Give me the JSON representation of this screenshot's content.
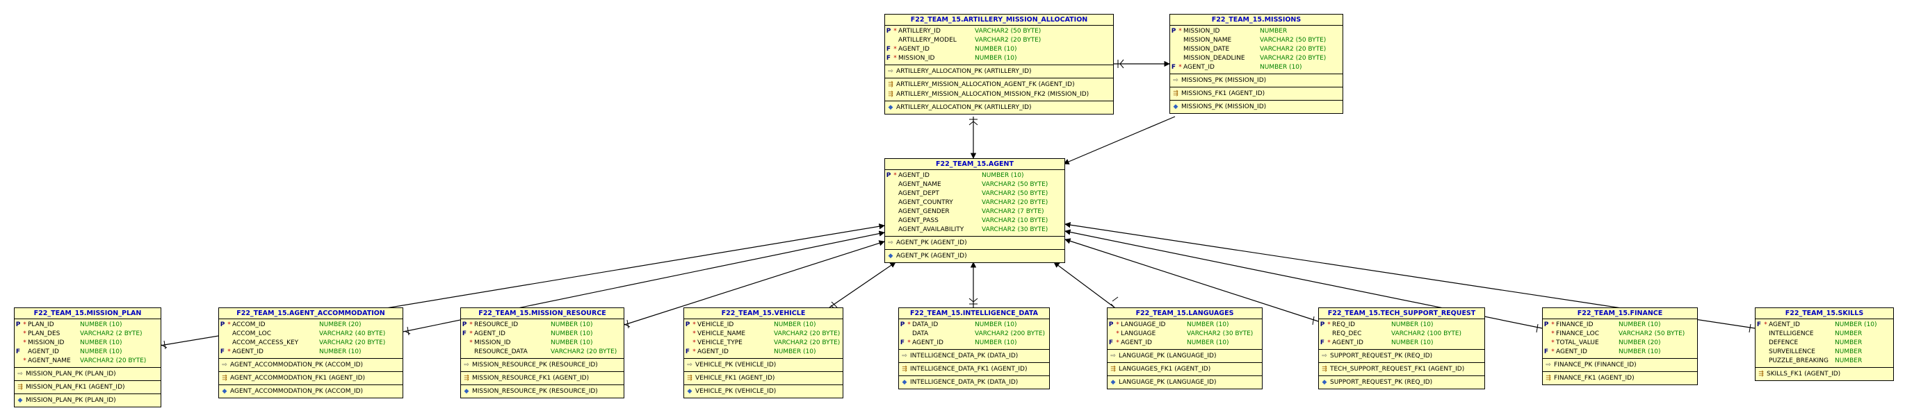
{
  "icons": {
    "pk": "key-icon",
    "fk": "foreign-key-icon",
    "index": "index-diamond-icon"
  },
  "colors": {
    "table_fill": "#ffffc0",
    "title": "#0000c0",
    "type": "#008000",
    "line": "#000000"
  },
  "tables": {
    "artillery": {
      "title": "F22_TEAM_15.ARTILLERY_MISSION_ALLOCATION",
      "columns": [
        {
          "key": "P",
          "mark": "*",
          "name": "ARTILLERY_ID",
          "type": "VARCHAR2 (50 BYTE)"
        },
        {
          "key": "",
          "mark": "",
          "name": "ARTILLERY_MODEL",
          "type": "VARCHAR2 (20 BYTE)"
        },
        {
          "key": "F",
          "mark": "*",
          "name": "AGENT_ID",
          "type": "NUMBER (10)"
        },
        {
          "key": "F",
          "mark": "*",
          "name": "MISSION_ID",
          "type": "NUMBER (10)"
        }
      ],
      "pks": [
        "ARTILLERY_ALLOCATION_PK (ARTILLERY_ID)"
      ],
      "fks": [
        "ARTILLERY_MISSION_ALLOCATION_AGENT_FK (AGENT_ID)",
        "ARTILLERY_MISSION_ALLOCATION_MISSION_FK2 (MISSION_ID)"
      ],
      "indexes": [
        "ARTILLERY_ALLOCATION_PK (ARTILLERY_ID)"
      ]
    },
    "missions": {
      "title": "F22_TEAM_15.MISSIONS",
      "columns": [
        {
          "key": "P",
          "mark": "*",
          "name": "MISSION_ID",
          "type": "NUMBER"
        },
        {
          "key": "",
          "mark": "",
          "name": "MISSION_NAME",
          "type": "VARCHAR2 (50 BYTE)"
        },
        {
          "key": "",
          "mark": "",
          "name": "MISSION_DATE",
          "type": "VARCHAR2 (20 BYTE)"
        },
        {
          "key": "",
          "mark": "",
          "name": "MISSION_DEADLINE",
          "type": "VARCHAR2 (20 BYTE)"
        },
        {
          "key": "F",
          "mark": "*",
          "name": "AGENT_ID",
          "type": "NUMBER (10)"
        }
      ],
      "pks": [
        "MISSIONS_PK (MISSION_ID)"
      ],
      "fks": [
        "MISSIONS_FK1 (AGENT_ID)"
      ],
      "indexes": [
        "MISSIONS_PK (MISSION_ID)"
      ]
    },
    "agent": {
      "title": "F22_TEAM_15.AGENT",
      "columns": [
        {
          "key": "P",
          "mark": "*",
          "name": "AGENT_ID",
          "type": "NUMBER (10)"
        },
        {
          "key": "",
          "mark": "",
          "name": "AGENT_NAME",
          "type": "VARCHAR2 (50 BYTE)"
        },
        {
          "key": "",
          "mark": "",
          "name": "AGENT_DEPT",
          "type": "VARCHAR2 (50 BYTE)"
        },
        {
          "key": "",
          "mark": "",
          "name": "AGENT_COUNTRY",
          "type": "VARCHAR2 (20 BYTE)"
        },
        {
          "key": "",
          "mark": "",
          "name": "AGENT_GENDER",
          "type": "VARCHAR2 (7 BYTE)"
        },
        {
          "key": "",
          "mark": "",
          "name": "AGENT_PASS",
          "type": "VARCHAR2 (10 BYTE)"
        },
        {
          "key": "",
          "mark": "",
          "name": "AGENT_AVAILABILITY",
          "type": "VARCHAR2 (30 BYTE)"
        }
      ],
      "pks": [
        "AGENT_PK (AGENT_ID)"
      ],
      "fks": [],
      "indexes": [
        "AGENT_PK (AGENT_ID)"
      ]
    },
    "mission_plan": {
      "title": "F22_TEAM_15.MISSION_PLAN",
      "columns": [
        {
          "key": "P",
          "mark": "*",
          "name": "PLAN_ID",
          "type": "NUMBER (10)"
        },
        {
          "key": "",
          "mark": "*",
          "name": "PLAN_DES",
          "type": "VARCHAR2 (2 BYTE)"
        },
        {
          "key": "",
          "mark": "*",
          "name": "MISSION_ID",
          "type": "NUMBER (10)"
        },
        {
          "key": "F",
          "mark": "",
          "name": "AGENT_ID",
          "type": "NUMBER (10)"
        },
        {
          "key": "",
          "mark": "*",
          "name": "AGENT_NAME",
          "type": "VARCHAR2 (20 BYTE)"
        }
      ],
      "pks": [
        "MISSION_PLAN_PK (PLAN_ID)"
      ],
      "fks": [
        "MISSION_PLAN_FK1 (AGENT_ID)"
      ],
      "indexes": [
        "MISSION_PLAN_PK (PLAN_ID)"
      ]
    },
    "accommodation": {
      "title": "F22_TEAM_15.AGENT_ACCOMMODATION",
      "columns": [
        {
          "key": "P",
          "mark": "*",
          "name": "ACCOM_ID",
          "type": "NUMBER (20)"
        },
        {
          "key": "",
          "mark": "",
          "name": "ACCOM_LOC",
          "type": "VARCHAR2 (40 BYTE)"
        },
        {
          "key": "",
          "mark": "",
          "name": "ACCOM_ACCESS_KEY",
          "type": "VARCHAR2 (20 BYTE)"
        },
        {
          "key": "F",
          "mark": "*",
          "name": "AGENT_ID",
          "type": "NUMBER (10)"
        }
      ],
      "pks": [
        "AGENT_ACCOMMODATION_PK (ACCOM_ID)"
      ],
      "fks": [
        "AGENT_ACCOMMODATION_FK1 (AGENT_ID)"
      ],
      "indexes": [
        "AGENT_ACCOMMODATION_PK (ACCOM_ID)"
      ]
    },
    "mission_resource": {
      "title": "F22_TEAM_15.MISSION_RESOURCE",
      "columns": [
        {
          "key": "P",
          "mark": "*",
          "name": "RESOURCE_ID",
          "type": "NUMBER (10)"
        },
        {
          "key": "F",
          "mark": "*",
          "name": "AGENT_ID",
          "type": "NUMBER (10)"
        },
        {
          "key": "",
          "mark": "*",
          "name": "MISSION_ID",
          "type": "NUMBER (10)"
        },
        {
          "key": "",
          "mark": "",
          "name": "RESOURCE_DATA",
          "type": "VARCHAR2 (20 BYTE)"
        }
      ],
      "pks": [
        "MISSION_RESOURCE_PK (RESOURCE_ID)"
      ],
      "fks": [
        "MISSION_RESOURCE_FK1 (AGENT_ID)"
      ],
      "indexes": [
        "MISSION_RESOURCE_PK (RESOURCE_ID)"
      ]
    },
    "vehicle": {
      "title": "F22_TEAM_15.VEHICLE",
      "columns": [
        {
          "key": "P",
          "mark": "*",
          "name": "VEHICLE_ID",
          "type": "NUMBER (10)"
        },
        {
          "key": "",
          "mark": "*",
          "name": "VEHICLE_NAME",
          "type": "VARCHAR2 (20 BYTE)"
        },
        {
          "key": "",
          "mark": "*",
          "name": "VEHICLE_TYPE",
          "type": "VARCHAR2 (20 BYTE)"
        },
        {
          "key": "F",
          "mark": "*",
          "name": "AGENT_ID",
          "type": "NUMBER (10)"
        }
      ],
      "pks": [
        "VEHICLE_PK (VEHICLE_ID)"
      ],
      "fks": [
        "VEHICLE_FK1 (AGENT_ID)"
      ],
      "indexes": [
        "VEHICLE_PK (VEHICLE_ID)"
      ]
    },
    "intelligence": {
      "title": "F22_TEAM_15.INTELLIGENCE_DATA",
      "columns": [
        {
          "key": "P",
          "mark": "*",
          "name": "DATA_ID",
          "type": "NUMBER (10)"
        },
        {
          "key": "",
          "mark": "",
          "name": "DATA",
          "type": "VARCHAR2 (200 BYTE)"
        },
        {
          "key": "F",
          "mark": "*",
          "name": "AGENT_ID",
          "type": "NUMBER (10)"
        }
      ],
      "pks": [
        "INTELLIGENCE_DATA_PK (DATA_ID)"
      ],
      "fks": [
        "INTELLIGENCE_DATA_FK1 (AGENT_ID)"
      ],
      "indexes": [
        "INTELLIGENCE_DATA_PK (DATA_ID)"
      ]
    },
    "languages": {
      "title": "F22_TEAM_15.LANGUAGES",
      "columns": [
        {
          "key": "P",
          "mark": "*",
          "name": "LANGUAGE_ID",
          "type": "NUMBER (10)"
        },
        {
          "key": "",
          "mark": "*",
          "name": "LANGUAGE",
          "type": "VARCHAR2 (30 BYTE)"
        },
        {
          "key": "F",
          "mark": "*",
          "name": "AGENT_ID",
          "type": "NUMBER (10)"
        }
      ],
      "pks": [
        "LANGUAGE_PK (LANGUAGE_ID)"
      ],
      "fks": [
        "LANGUAGES_FK1 (AGENT_ID)"
      ],
      "indexes": [
        "LANGUAGE_PK (LANGUAGE_ID)"
      ]
    },
    "tech_support": {
      "title": "F22_TEAM_15.TECH_SUPPORT_REQUEST",
      "columns": [
        {
          "key": "P",
          "mark": "*",
          "name": "REQ_ID",
          "type": "NUMBER (10)"
        },
        {
          "key": "",
          "mark": "",
          "name": "REQ_DEC",
          "type": "VARCHAR2 (100 BYTE)"
        },
        {
          "key": "F",
          "mark": "*",
          "name": "AGENT_ID",
          "type": "NUMBER (10)"
        }
      ],
      "pks": [
        "SUPPORT_REQUEST_PK (REQ_ID)"
      ],
      "fks": [
        "TECH_SUPPORT_REQUEST_FK1 (AGENT_ID)"
      ],
      "indexes": [
        "SUPPORT_REQUEST_PK (REQ_ID)"
      ]
    },
    "finance": {
      "title": "F22_TEAM_15.FINANCE",
      "columns": [
        {
          "key": "P",
          "mark": "*",
          "name": "FINANCE_ID",
          "type": "NUMBER (10)"
        },
        {
          "key": "",
          "mark": "*",
          "name": "FINANCE_LOC",
          "type": "VARCHAR2 (50 BYTE)"
        },
        {
          "key": "",
          "mark": "*",
          "name": "TOTAL_VALUE",
          "type": "NUMBER (20)"
        },
        {
          "key": "F",
          "mark": "*",
          "name": "AGENT_ID",
          "type": "NUMBER (10)"
        }
      ],
      "pks": [
        "FINANCE_PK (FINANCE_ID)"
      ],
      "fks": [
        "FINANCE_FK1 (AGENT_ID)"
      ],
      "indexes": []
    },
    "skills": {
      "title": "F22_TEAM_15.SKILLS",
      "columns": [
        {
          "key": "F",
          "mark": "*",
          "name": "AGENT_ID",
          "type": "NUMBER (10)"
        },
        {
          "key": "",
          "mark": "",
          "name": "INTELLIGENCE",
          "type": "NUMBER"
        },
        {
          "key": "",
          "mark": "",
          "name": "DEFENCE",
          "type": "NUMBER"
        },
        {
          "key": "",
          "mark": "",
          "name": "SURVEILLENCE",
          "type": "NUMBER"
        },
        {
          "key": "",
          "mark": "",
          "name": "PUZZLE_BREAKING",
          "type": "NUMBER"
        }
      ],
      "pks": [],
      "fks": [
        "SKILLS_FK1 (AGENT_ID)"
      ],
      "indexes": []
    }
  }
}
